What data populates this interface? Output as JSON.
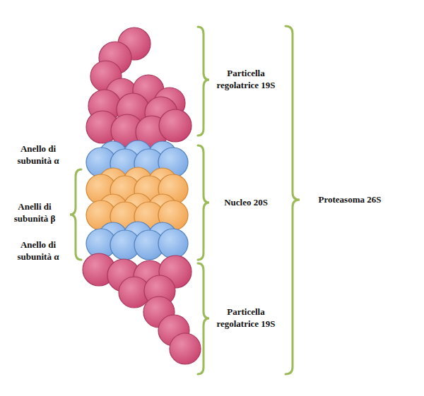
{
  "diagram": {
    "labels": [
      "Particella regolatrice 19S",
      "Anello di subunità α",
      "Anelli di subunità β",
      "Nucleo 20S",
      "Anello di subunità α",
      "Proteasoma 26S",
      "Particella regolatrice 19S"
    ]
  }
}
